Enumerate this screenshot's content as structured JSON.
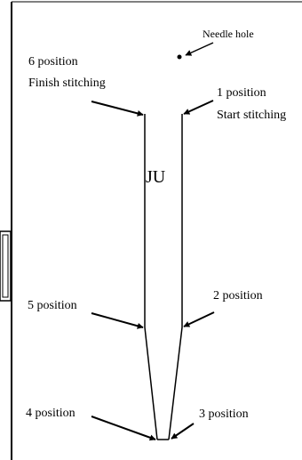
{
  "diagram": {
    "label_needle_hole": "Needle hole",
    "label_6_position": "6 position",
    "label_finish_stitching": "Finish stitching",
    "label_1_position": "1 position",
    "label_start_stitching": "Start stitching",
    "label_ju": "JU",
    "label_5_position": "5 position",
    "label_2_position": "2 position",
    "label_4_position": "4 position",
    "label_3_position": "3 position"
  }
}
